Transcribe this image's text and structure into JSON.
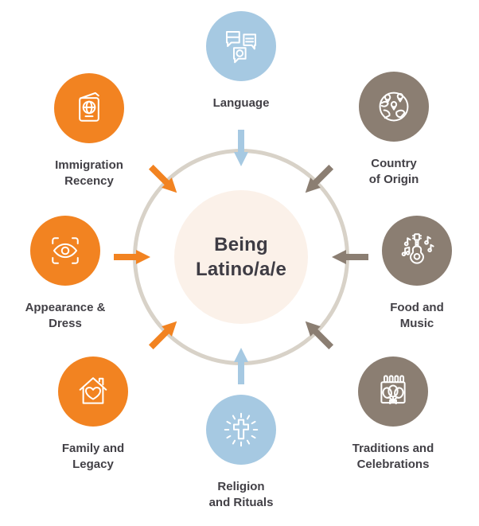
{
  "center": {
    "line1": "Being",
    "line2": "Latino/a/e",
    "bg": "#FBF1E9",
    "text_color": "#3E3C44"
  },
  "ring_color": "#D8D2C8",
  "label_color": "#424046",
  "nodes": [
    {
      "id": "language",
      "line1": "Language",
      "line2": "",
      "color": "#A6C9E2",
      "icon": "chat-bubbles-icon"
    },
    {
      "id": "country-of-origin",
      "line1": "Country",
      "line2": "of Origin",
      "color": "#8B7E72",
      "icon": "globe-pins-icon"
    },
    {
      "id": "food-and-music",
      "line1": "Food and",
      "line2": "Music",
      "color": "#8B7E72",
      "icon": "guitar-music-icon"
    },
    {
      "id": "traditions-and-celebrations",
      "line1": "Traditions and",
      "line2": "Celebrations",
      "color": "#8B7E72",
      "icon": "calendar-balloons-icon"
    },
    {
      "id": "religion-and-rituals",
      "line1": "Religion",
      "line2": "and Rituals",
      "color": "#A6C9E2",
      "icon": "cross-rays-icon"
    },
    {
      "id": "family-and-legacy",
      "line1": "Family and",
      "line2": "Legacy",
      "color": "#F28321",
      "icon": "house-heart-icon"
    },
    {
      "id": "appearance-and-dress",
      "line1": "Appearance &",
      "line2": "Dress",
      "color": "#F28321",
      "icon": "eye-focus-icon"
    },
    {
      "id": "immigration-recency",
      "line1": "Immigration",
      "line2": "Recency",
      "color": "#F28321",
      "icon": "passport-icon"
    }
  ],
  "arrows": [
    {
      "position": "top",
      "color": "#A6C9E2"
    },
    {
      "position": "top-right",
      "color": "#8B7E72"
    },
    {
      "position": "right",
      "color": "#8B7E72"
    },
    {
      "position": "bottom-right",
      "color": "#8B7E72"
    },
    {
      "position": "bottom",
      "color": "#A6C9E2"
    },
    {
      "position": "bottom-left",
      "color": "#F28321"
    },
    {
      "position": "left",
      "color": "#F28321"
    },
    {
      "position": "top-left",
      "color": "#F28321"
    }
  ]
}
